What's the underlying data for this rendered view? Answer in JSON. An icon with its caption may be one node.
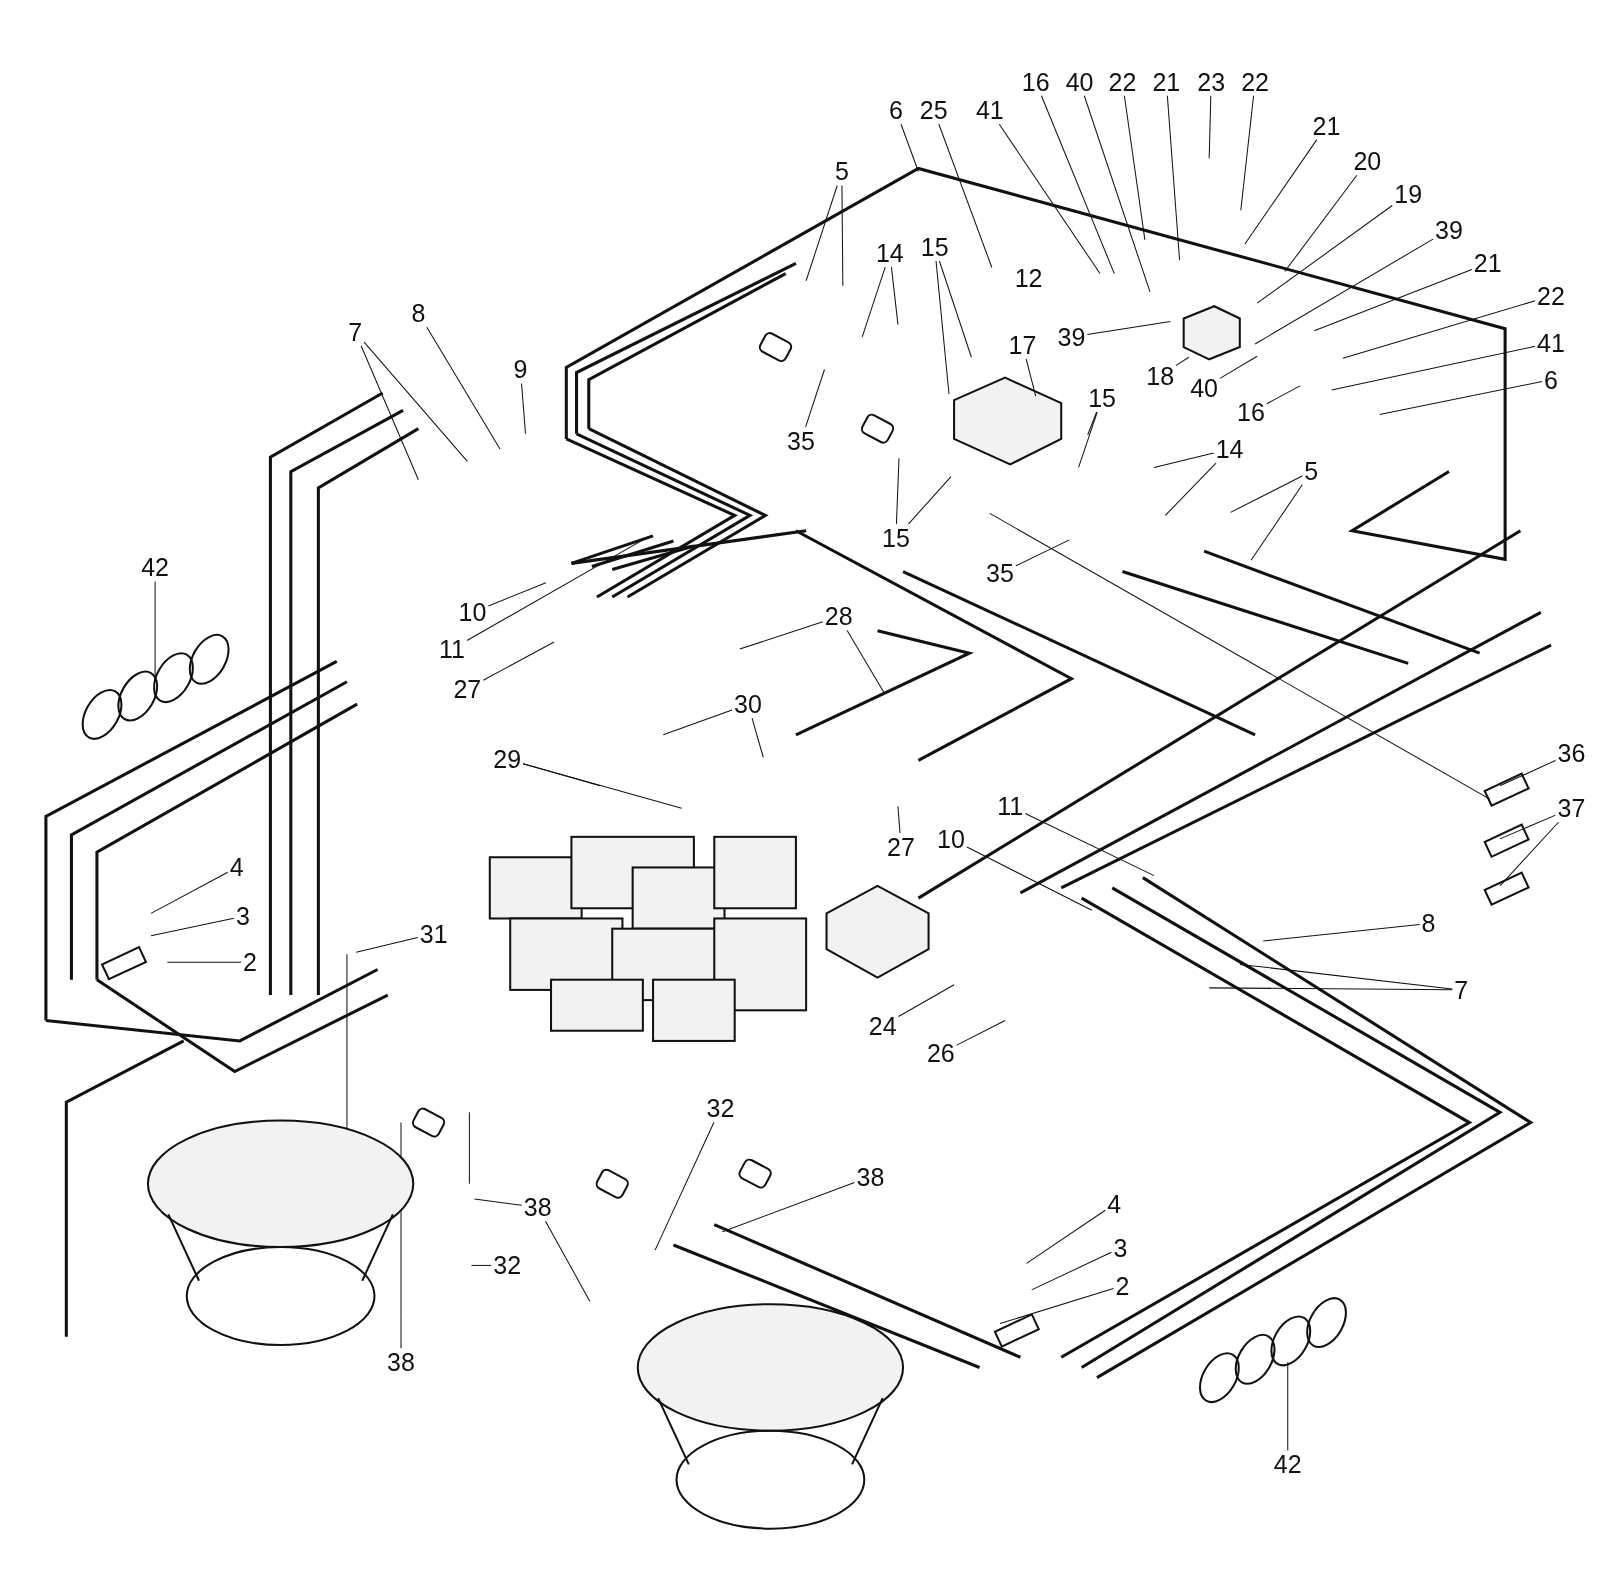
{
  "diagram": {
    "nodes": [
      {
        "text": [
          "6"
        ]
      },
      {
        "text": [
          "25"
        ]
      },
      {
        "text": [
          "41"
        ]
      },
      {
        "text": [
          "16"
        ]
      },
      {
        "text": [
          "40"
        ]
      },
      {
        "text": [
          "22"
        ]
      },
      {
        "text": [
          "21"
        ]
      },
      {
        "text": [
          "23"
        ]
      },
      {
        "text": [
          "22"
        ]
      },
      {
        "text": [
          "21"
        ]
      },
      {
        "text": [
          "20"
        ]
      },
      {
        "text": [
          "19"
        ]
      },
      {
        "text": [
          "39"
        ]
      },
      {
        "text": [
          "21"
        ]
      },
      {
        "text": [
          "22"
        ]
      },
      {
        "text": [
          "41"
        ]
      },
      {
        "text": [
          "6"
        ]
      },
      {
        "text": [
          "5"
        ]
      },
      {
        "text": [
          "14"
        ]
      },
      {
        "text": [
          "15"
        ]
      },
      {
        "text": [
          "17"
        ]
      },
      {
        "text": [
          "39"
        ]
      },
      {
        "text": [
          "18"
        ]
      },
      {
        "text": [
          "40"
        ]
      },
      {
        "text": [
          "16"
        ]
      },
      {
        "text": [
          "35"
        ]
      },
      {
        "text": [
          "15"
        ]
      },
      {
        "text": [
          "14"
        ]
      },
      {
        "text": [
          "5"
        ]
      },
      {
        "text": [
          "15"
        ]
      },
      {
        "text": [
          "35"
        ]
      },
      {
        "text": [
          "36"
        ]
      },
      {
        "text": [
          "37"
        ]
      },
      {
        "text": [
          "7"
        ]
      },
      {
        "text": [
          "8"
        ]
      },
      {
        "text": [
          "9"
        ]
      },
      {
        "text": [
          "10"
        ]
      },
      {
        "text": [
          "11"
        ]
      },
      {
        "text": [
          "42"
        ]
      },
      {
        "text": [
          "27"
        ]
      },
      {
        "text": [
          "28"
        ]
      },
      {
        "text": [
          "30"
        ]
      },
      {
        "text": [
          "29"
        ]
      },
      {
        "text": [
          "27"
        ]
      },
      {
        "text": [
          "11"
        ]
      },
      {
        "text": [
          "10"
        ]
      },
      {
        "text": [
          "8"
        ]
      },
      {
        "text": [
          "7"
        ]
      },
      {
        "text": [
          "4"
        ]
      },
      {
        "text": [
          "3"
        ]
      },
      {
        "text": [
          "2"
        ]
      },
      {
        "text": [
          "31"
        ]
      },
      {
        "text": [
          "24"
        ]
      },
      {
        "text": [
          "26"
        ]
      },
      {
        "text": [
          "38"
        ]
      },
      {
        "text": [
          "32"
        ]
      },
      {
        "text": [
          "38"
        ]
      },
      {
        "text": [
          "38"
        ]
      },
      {
        "text": [
          "32"
        ]
      },
      {
        "text": [
          "42"
        ]
      },
      {
        "text": [
          "4"
        ]
      },
      {
        "text": [
          "3"
        ]
      },
      {
        "text": [
          "2"
        ]
      }
    ],
    "edges": [
      {
        "from": 0,
        "to": null,
        "arrow": "none"
      },
      {
        "from": 1,
        "to": null,
        "arrow": "none"
      },
      {
        "from": 2,
        "to": null,
        "arrow": "none"
      },
      {
        "from": 3,
        "to": null,
        "arrow": "none"
      },
      {
        "from": 4,
        "to": null,
        "arrow": "none"
      },
      {
        "from": 5,
        "to": null,
        "arrow": "none"
      },
      {
        "from": 6,
        "to": null,
        "arrow": "none"
      },
      {
        "from": 7,
        "to": null,
        "arrow": "none"
      },
      {
        "from": 8,
        "to": null,
        "arrow": "none"
      },
      {
        "from": 9,
        "to": null,
        "arrow": "none"
      },
      {
        "from": 10,
        "to": null,
        "arrow": "none"
      },
      {
        "from": 11,
        "to": null,
        "arrow": "none"
      },
      {
        "from": 12,
        "to": null,
        "arrow": "none"
      },
      {
        "from": 13,
        "to": null,
        "arrow": "none"
      },
      {
        "from": 14,
        "to": null,
        "arrow": "none"
      },
      {
        "from": 15,
        "to": null,
        "arrow": "none"
      },
      {
        "from": 16,
        "to": null,
        "arrow": "none"
      },
      {
        "from": 17,
        "to": null,
        "arrow": "none"
      },
      {
        "from": 17,
        "to": null,
        "arrow": "none"
      },
      {
        "from": 18,
        "to": null,
        "arrow": "none"
      },
      {
        "from": 18,
        "to": null,
        "arrow": "none"
      },
      {
        "from": 19,
        "to": null,
        "arrow": "none"
      },
      {
        "from": 19,
        "to": null,
        "arrow": "none"
      },
      {
        "from": 20,
        "to": null,
        "arrow": "none"
      },
      {
        "from": 21,
        "to": null,
        "arrow": "none"
      },
      {
        "from": 22,
        "to": null,
        "arrow": "none"
      },
      {
        "from": 23,
        "to": null,
        "arrow": "none"
      },
      {
        "from": 24,
        "to": null,
        "arrow": "none"
      },
      {
        "from": 25,
        "to": null,
        "arrow": "none"
      },
      {
        "from": 26,
        "to": null,
        "arrow": "none"
      },
      {
        "from": 26,
        "to": null,
        "arrow": "none"
      },
      {
        "from": 27,
        "to": null,
        "arrow": "none"
      },
      {
        "from": 27,
        "to": null,
        "arrow": "none"
      },
      {
        "from": 28,
        "to": null,
        "arrow": "none"
      },
      {
        "from": 28,
        "to": null,
        "arrow": "none"
      },
      {
        "from": 29,
        "to": null,
        "arrow": "none"
      },
      {
        "from": 29,
        "to": null,
        "arrow": "none"
      },
      {
        "from": 30,
        "to": null,
        "arrow": "none"
      },
      {
        "from": 31,
        "to": null,
        "arrow": "none"
      },
      {
        "from": 32,
        "to": null,
        "arrow": "none"
      },
      {
        "from": 32,
        "to": null,
        "arrow": "none"
      },
      {
        "from": 33,
        "to": null,
        "arrow": "none"
      },
      {
        "from": 33,
        "to": null,
        "arrow": "none"
      },
      {
        "from": 34,
        "to": null,
        "arrow": "none"
      },
      {
        "from": 35,
        "to": null,
        "arrow": "none"
      },
      {
        "from": 36,
        "to": null,
        "arrow": "none"
      },
      {
        "from": 37,
        "to": null,
        "arrow": "none"
      },
      {
        "from": 38,
        "to": null,
        "arrow": "none"
      },
      {
        "from": 39,
        "to": null,
        "arrow": "none"
      },
      {
        "from": 40,
        "to": null,
        "arrow": "none"
      },
      {
        "from": 40,
        "to": null,
        "arrow": "none"
      },
      {
        "from": 41,
        "to": null,
        "arrow": "none"
      },
      {
        "from": 41,
        "to": null,
        "arrow": "none"
      },
      {
        "from": 42,
        "to": null,
        "arrow": "none"
      },
      {
        "from": 42,
        "to": null,
        "arrow": "none"
      },
      {
        "from": 43,
        "to": null,
        "arrow": "none"
      },
      {
        "from": 44,
        "to": null,
        "arrow": "none"
      },
      {
        "from": 45,
        "to": null,
        "arrow": "none"
      },
      {
        "from": 46,
        "to": null,
        "arrow": "none"
      },
      {
        "from": 47,
        "to": null,
        "arrow": "none"
      },
      {
        "from": 47,
        "to": null,
        "arrow": "none"
      },
      {
        "from": 48,
        "to": null,
        "arrow": "none"
      },
      {
        "from": 49,
        "to": null,
        "arrow": "none"
      },
      {
        "from": 50,
        "to": null,
        "arrow": "none"
      },
      {
        "from": 51,
        "to": null,
        "arrow": "none"
      },
      {
        "from": 52,
        "to": null,
        "arrow": "none"
      },
      {
        "from": 53,
        "to": null,
        "arrow": "none"
      },
      {
        "from": 54,
        "to": null,
        "arrow": "none"
      },
      {
        "from": 54,
        "to": null,
        "arrow": "none"
      },
      {
        "from": 55,
        "to": null,
        "arrow": "none"
      },
      {
        "from": 56,
        "to": null,
        "arrow": "none"
      },
      {
        "from": 57,
        "to": null,
        "arrow": "none"
      },
      {
        "from": 58,
        "to": null,
        "arrow": "none"
      },
      {
        "from": 59,
        "to": null,
        "arrow": "none"
      },
      {
        "from": 60,
        "to": null,
        "arrow": "none"
      },
      {
        "from": 61,
        "to": null,
        "arrow": "none"
      },
      {
        "from": 62,
        "to": null,
        "arrow": "none"
      }
    ],
    "labels": [
      "12"
    ]
  }
}
